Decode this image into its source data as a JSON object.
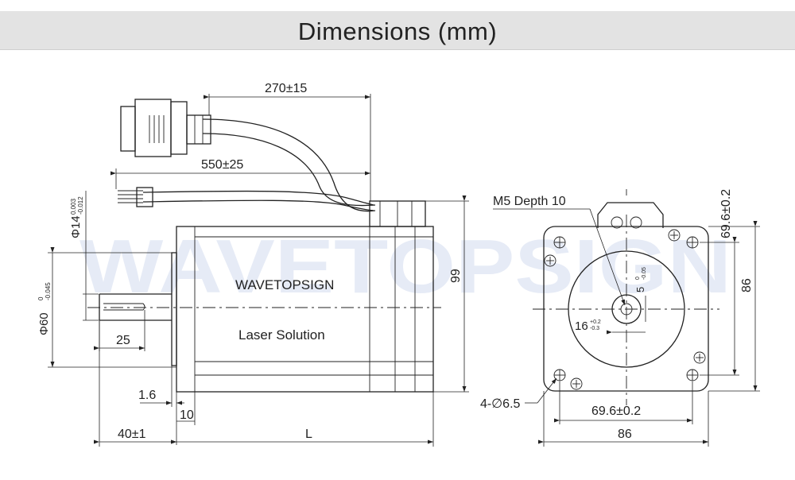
{
  "title": "Dimensions (mm)",
  "watermark": "WAVETOPSIGN",
  "side_view": {
    "brand_label": "WAVETOPSIGN",
    "sub_label": "Laser Solution",
    "dim_cable_short": "270±15",
    "dim_cable_long": "550±25",
    "dim_shaft_dia": "Φ14",
    "dim_shaft_dia_tol_upper": "0.003",
    "dim_shaft_dia_tol_lower": "-0.012",
    "dim_pilot_dia": "Φ60",
    "dim_pilot_dia_tol_upper": "0",
    "dim_pilot_dia_tol_lower": "-0.045",
    "dim_key_length": "25",
    "dim_flange_gap": "1.6",
    "dim_flange_thickness": "10",
    "dim_shaft_length": "40±1",
    "dim_body_length": "L",
    "dim_height": "99"
  },
  "front_view": {
    "callout_tapped": "M5 Depth 10",
    "dim_hole_spacing_v": "69.6±0.2",
    "dim_width_v": "86",
    "dim_key_width": "5",
    "dim_key_width_tol_upper": "0",
    "dim_key_width_tol_lower": "-0.05",
    "dim_key_depth": "16",
    "dim_key_depth_tol_upper": "+0.2",
    "dim_key_depth_tol_lower": "-0.3",
    "callout_holes": "4-∅6.5",
    "dim_hole_spacing_h": "69.6±0.2",
    "dim_width_h": "86"
  }
}
